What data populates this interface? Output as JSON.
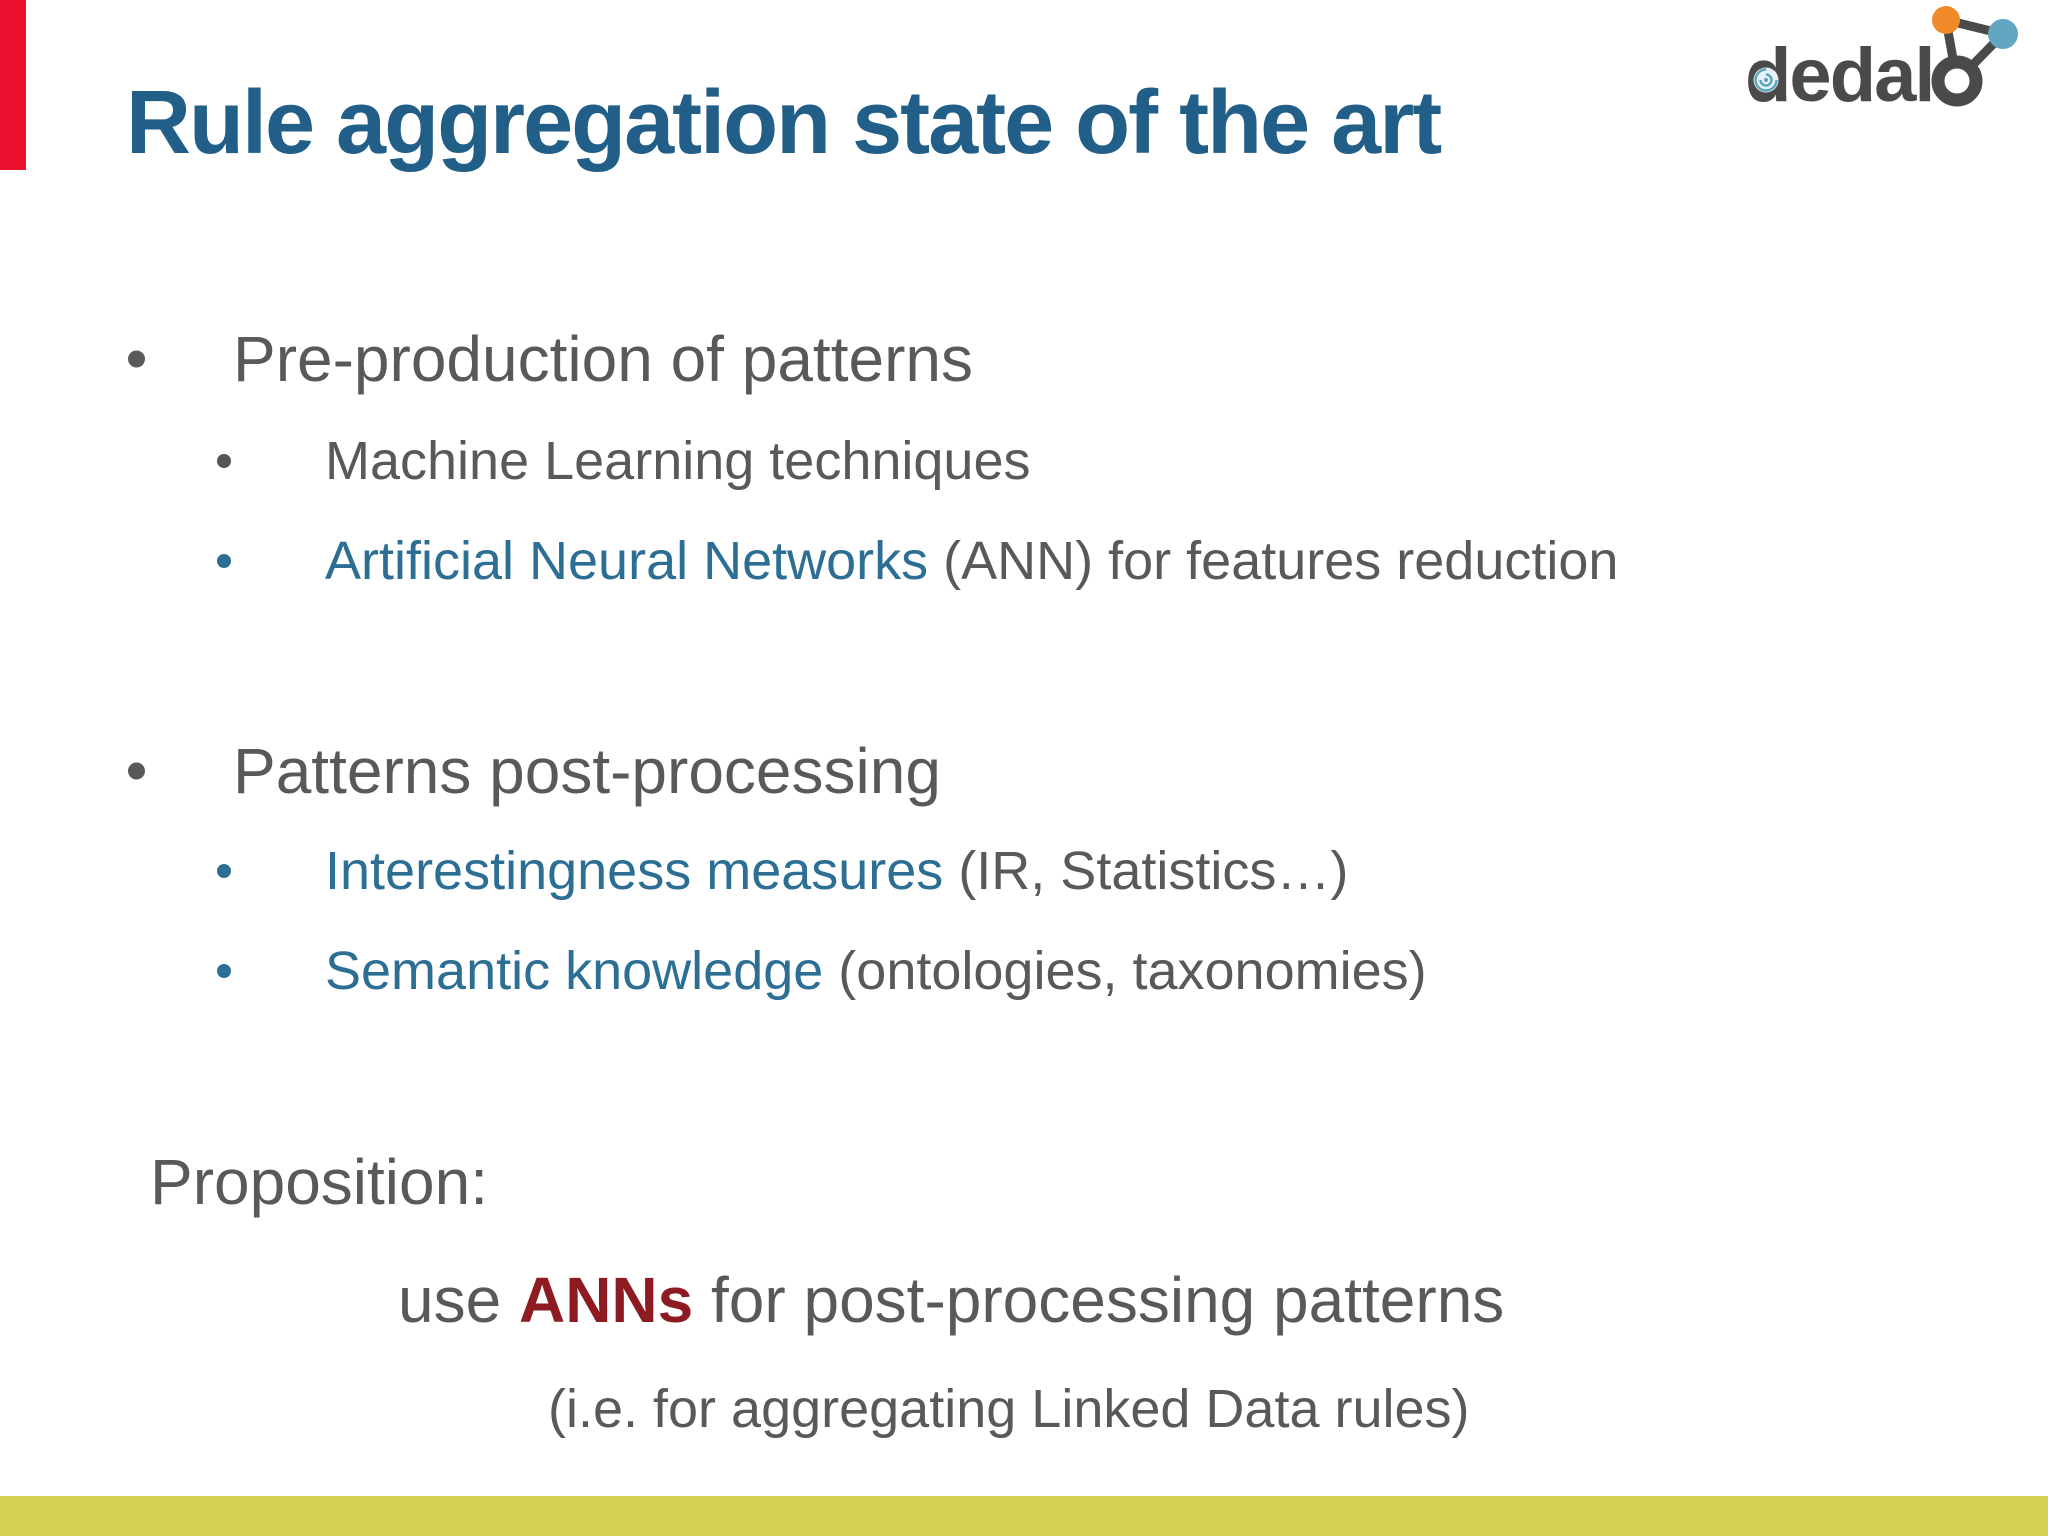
{
  "accents": {
    "left_red_bar_color": "#e9112e",
    "bottom_bar_color": "#d4d052"
  },
  "logo": {
    "text": "dedalo",
    "wordmark_color": "#4a4a48",
    "orange_node_color": "#f08a2a",
    "blue_node_color": "#63a6c1"
  },
  "title": {
    "text": "Rule aggregation state of the art",
    "color": "#215e88"
  },
  "list": {
    "text_color": "#58595b",
    "highlight_color": "#2d6f94",
    "items": [
      {
        "label": "Pre-production of patterns",
        "sub": [
          {
            "highlight": "",
            "rest": "Machine Learning techniques"
          },
          {
            "highlight": "Artificial Neural Networks",
            "rest": " (ANN) for features reduction"
          }
        ]
      },
      {
        "label": "Patterns post-processing",
        "sub": [
          {
            "highlight": "Interestingness measures",
            "rest": " (IR, Statistics…)"
          },
          {
            "highlight": "Semantic knowledge",
            "rest": " (ontologies, taxonomies)"
          }
        ]
      }
    ]
  },
  "proposition": {
    "label": "Proposition:",
    "line1_pre": "use ",
    "line1_emphasis": "ANNs",
    "line1_emphasis_color": "#8e1b21",
    "line1_post": " for post-processing patterns",
    "line2": "(i.e. for aggregating Linked Data rules)"
  }
}
